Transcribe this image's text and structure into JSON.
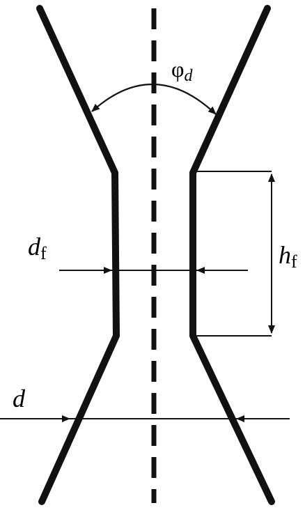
{
  "diagram": {
    "labels": {
      "angle_symbol": "φ",
      "angle_subscript": "d",
      "neck_diameter_symbol": "d",
      "neck_diameter_subscript": "f",
      "neck_height_symbol": "h",
      "neck_height_subscript": "f",
      "diameter_symbol": "d"
    },
    "colors": {
      "stroke": "#111111",
      "background": "#ffffff"
    }
  }
}
